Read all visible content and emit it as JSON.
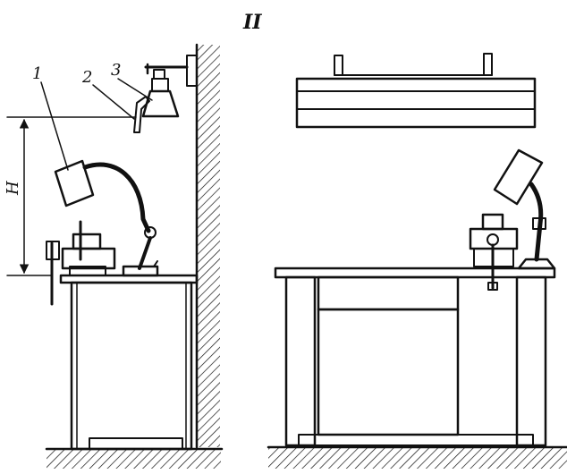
{
  "figure": {
    "roman_numeral": "II",
    "callouts": [
      "1",
      "2",
      "3"
    ],
    "dimension_label": "H"
  },
  "colors": {
    "ink": "#111111",
    "background": "#ffffff"
  }
}
